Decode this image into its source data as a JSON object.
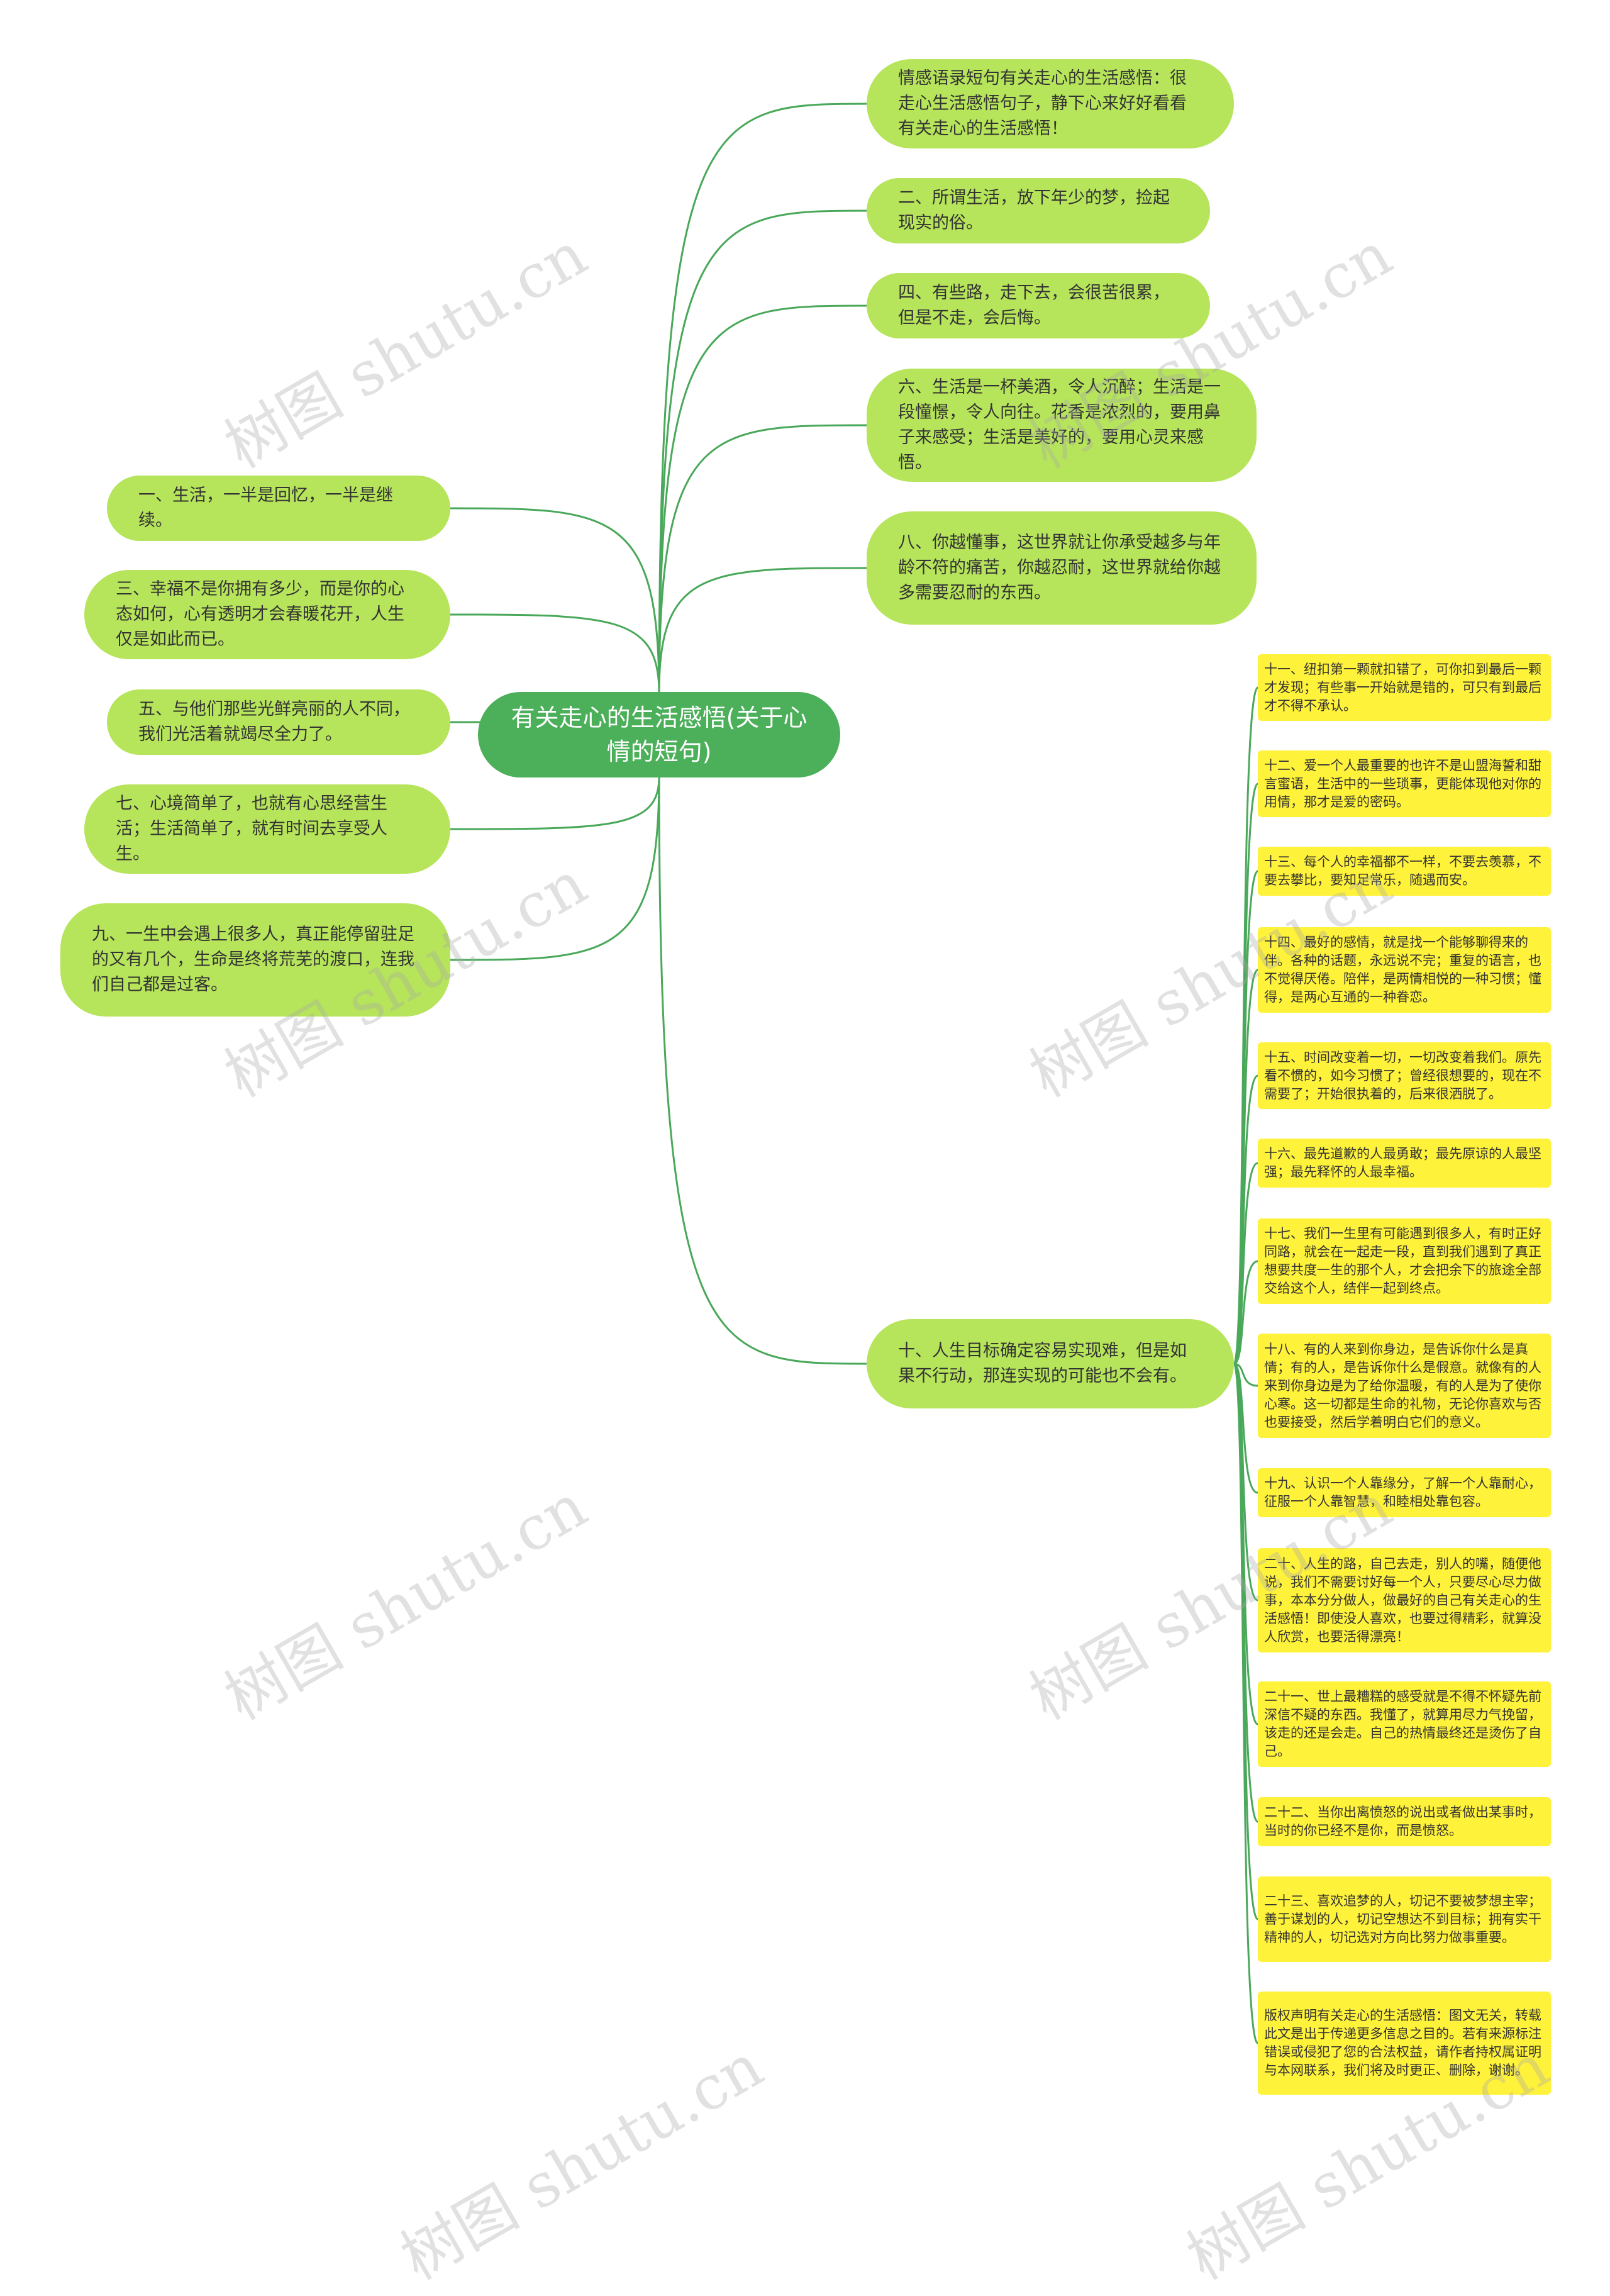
{
  "root": {
    "label": "有关走心的生活感悟(关于心情的短句)"
  },
  "right_nodes": [
    "情感语录短句有关走心的生活感悟：很走心生活感悟句子，静下心来好好看看有关走心的生活感悟！",
    "二、所谓生活，放下年少的梦，捡起现实的俗。",
    "四、有些路，走下去，会很苦很累，但是不走，会后悔。",
    "六、生活是一杯美酒，令人沉醉；生活是一段憧憬，令人向往。花香是浓烈的，要用鼻子来感受；生活是美好的，要用心灵来感悟。",
    "八、你越懂事，这世界就让你承受越多与年龄不符的痛苦，你越忍耐，这世界就给你越多需要忍耐的东西。",
    "十、人生目标确定容易实现难，但是如果不行动，那连实现的可能也不会有。"
  ],
  "left_nodes": [
    "一、生活，一半是回忆，一半是继续。",
    "三、幸福不是你拥有多少，而是你的心态如何，心有透明才会春暖花开，人生仅是如此而已。",
    "五、与他们那些光鲜亮丽的人不同，我们光活着就竭尽全力了。",
    "七、心境简单了，也就有心思经营生活；生活简单了，就有时间去享受人生。",
    "九、一生中会遇上很多人，真正能停留驻足的又有几个，生命是终将荒芜的渡口，连我们自己都是过客。"
  ],
  "sub_nodes": [
    "十一、纽扣第一颗就扣错了，可你扣到最后一颗才发现；有些事一开始就是错的，可只有到最后才不得不承认。",
    "十二、爱一个人最重要的也许不是山盟海誓和甜言蜜语，生活中的一些琐事，更能体现他对你的用情，那才是爱的密码。",
    "十三、每个人的幸福都不一样，不要去羡慕，不要去攀比，要知足常乐，随遇而安。",
    "十四、最好的感情，就是找一个能够聊得来的伴。各种的话题，永远说不完；重复的语言，也不觉得厌倦。陪伴，是两情相悦的一种习惯；懂得，是两心互通的一种眷恋。",
    "十五、时间改变着一切，一切改变着我们。原先看不惯的，如今习惯了；曾经很想要的，现在不需要了；开始很执着的，后来很洒脱了。",
    "十六、最先道歉的人最勇敢；最先原谅的人最坚强；最先释怀的人最幸福。",
    "十七、我们一生里有可能遇到很多人，有时正好同路，就会在一起走一段，直到我们遇到了真正想要共度一生的那个人，才会把余下的旅途全部交给这个人，结伴一起到终点。",
    "十八、有的人来到你身边，是告诉你什么是真情；有的人，是告诉你什么是假意。就像有的人来到你身边是为了给你温暖，有的人是为了使你心寒。这一切都是生命的礼物，无论你喜欢与否也要接受，然后学着明白它们的意义。",
    "十九、认识一个人靠缘分，了解一个人靠耐心，征服一个人靠智慧，和睦相处靠包容。",
    "二十、人生的路，自己去走，别人的嘴，随便他说，我们不需要讨好每一个人，只要尽心尽力做事，本本分分做人，做最好的自己有关走心的生活感悟！即使没人喜欢，也要过得精彩，就算没人欣赏，也要活得漂亮！",
    "二十一、世上最糟糕的感受就是不得不怀疑先前深信不疑的东西。我懂了，就算用尽力气挽留，该走的还是会走。自己的热情最终还是烫伤了自己。",
    "二十二、当你出离愤怒的说出或者做出某事时，当时的你已经不是你，而是愤怒。",
    "二十三、喜欢追梦的人，切记不要被梦想主宰；善于谋划的人，切记空想达不到目标；拥有实干精神的人，切记选对方向比努力做事重要。",
    "版权声明有关走心的生活感悟：图文无关，转载此文是出于传递更多信息之目的。若有来源标注错误或侵犯了您的合法权益，请作者持权属证明与本网联系，我们将及时更正、删除，谢谢。"
  ],
  "watermark": "树图 shutu.cn",
  "colors": {
    "root": "#4caf5a",
    "branch": "#b6e45a",
    "leaf": "#fff23a",
    "line": "#4aa85a"
  }
}
